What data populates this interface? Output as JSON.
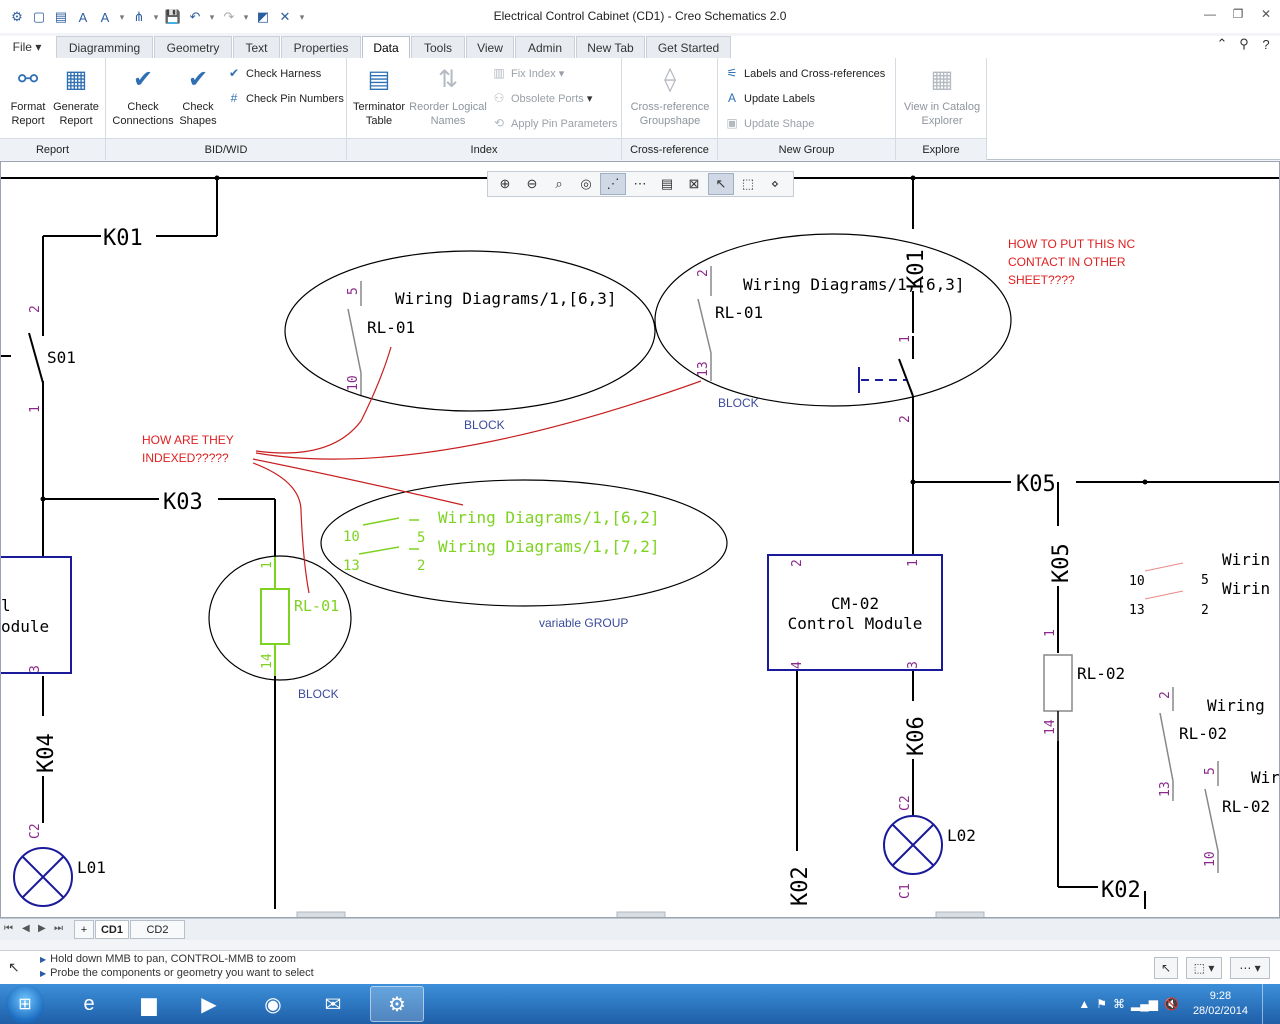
{
  "window": {
    "title": "Electrical Control Cabinet (CD1) - Creo Schematics 2.0"
  },
  "ribbon": {
    "file_label": "File",
    "tabs": [
      "Diagramming",
      "Geometry",
      "Text",
      "Properties",
      "Data",
      "Tools",
      "View",
      "Admin",
      "New Tab",
      "Get Started"
    ],
    "active_tab": "Data",
    "groups": {
      "report": {
        "label": "Report",
        "format_report": "Format Report",
        "generate_report": "Generate Report"
      },
      "bidwid": {
        "label": "BID/WID",
        "check_connections": "Check Connections",
        "check_shapes": "Check Shapes",
        "check_harness": "Check Harness",
        "check_pin_numbers": "Check Pin Numbers"
      },
      "index": {
        "label": "Index",
        "terminator_table": "Terminator Table",
        "reorder_logical_names": "Reorder Logical Names",
        "fix_index": "Fix Index",
        "obsolete_ports": "Obsolete Ports",
        "apply_pin_parameters": "Apply Pin Parameters"
      },
      "crossref": {
        "label": "Cross-reference",
        "groupshape": "Cross-reference Groupshape"
      },
      "newgroup": {
        "label": "New Group",
        "labels_xrefs": "Labels and Cross-references",
        "update_labels": "Update Labels",
        "update_shape": "Update Shape"
      },
      "explore": {
        "label": "Explore",
        "view_catalog": "View in Catalog Explorer"
      }
    }
  },
  "schematic": {
    "wires": {
      "k01": "K01",
      "k03": "K03",
      "k04": "K04",
      "k05": "K05",
      "k05v": "K05",
      "k06": "K06",
      "k02a": "K02",
      "k02b": "K02",
      "k01v": "K01"
    },
    "components": {
      "s01": "S01",
      "module_partial_1": "l",
      "module_partial_2": "odule",
      "rl01": "RL-01",
      "rl01_b": "RL-01",
      "rl01_coil": "RL-01",
      "rl02_coil": "RL-02",
      "rl02_c1": "RL-02",
      "rl02_c2": "RL-02",
      "cm02_name": "CM-02",
      "cm02_desc": "Control Module",
      "l01": "L01",
      "l02": "L02"
    },
    "xref": {
      "wd63_a": "Wiring Diagrams/1,[6,3]",
      "wd63_b": "Wiring Diagrams/1,[6,3]",
      "wd62": "Wiring Diagrams/1,[6,2]",
      "wd72": "Wiring Diagrams/1,[7,2]",
      "wir1": "Wirin",
      "wir2": "Wirin",
      "wir3": "Wiring",
      "wir4": "Wir"
    },
    "pins": {
      "p2": "2",
      "p1": "1",
      "p3": "3",
      "p4": "4",
      "p5": "5",
      "p10": "10",
      "p13": "13",
      "p14": "14",
      "c1": "C1",
      "c2": "C2"
    },
    "annotations": {
      "block_1": "BLOCK",
      "block_2": "BLOCK",
      "block_3": "BLOCK",
      "variable_group": "variable GROUP",
      "question_indexed": "HOW ARE THEY INDEXED?????",
      "question_indexed_line1": "HOW ARE THEY",
      "question_indexed_line2": "INDEXED?????",
      "question_nc_line1": "HOW TO PUT THIS NC",
      "question_nc_line2": "CONTACT IN OTHER",
      "question_nc_line3": "SHEET????"
    },
    "colors": {
      "wire": "#000000",
      "pin": "#8b2a8b",
      "xref_green": "#7ed321",
      "annotation_red": "#e02020",
      "annotation_blue": "#3a4a9a",
      "component_blue": "#1a1a9a"
    }
  },
  "sheets": {
    "tabs": [
      "CD1",
      "CD2"
    ],
    "active": "CD1",
    "add_label": "+"
  },
  "status": {
    "messages": [
      "Hold down MMB to pan, CONTROL-MMB to zoom",
      "Probe the components or geometry you want to select"
    ]
  },
  "taskbar": {
    "time": "9:28",
    "date": "28/02/2014"
  }
}
